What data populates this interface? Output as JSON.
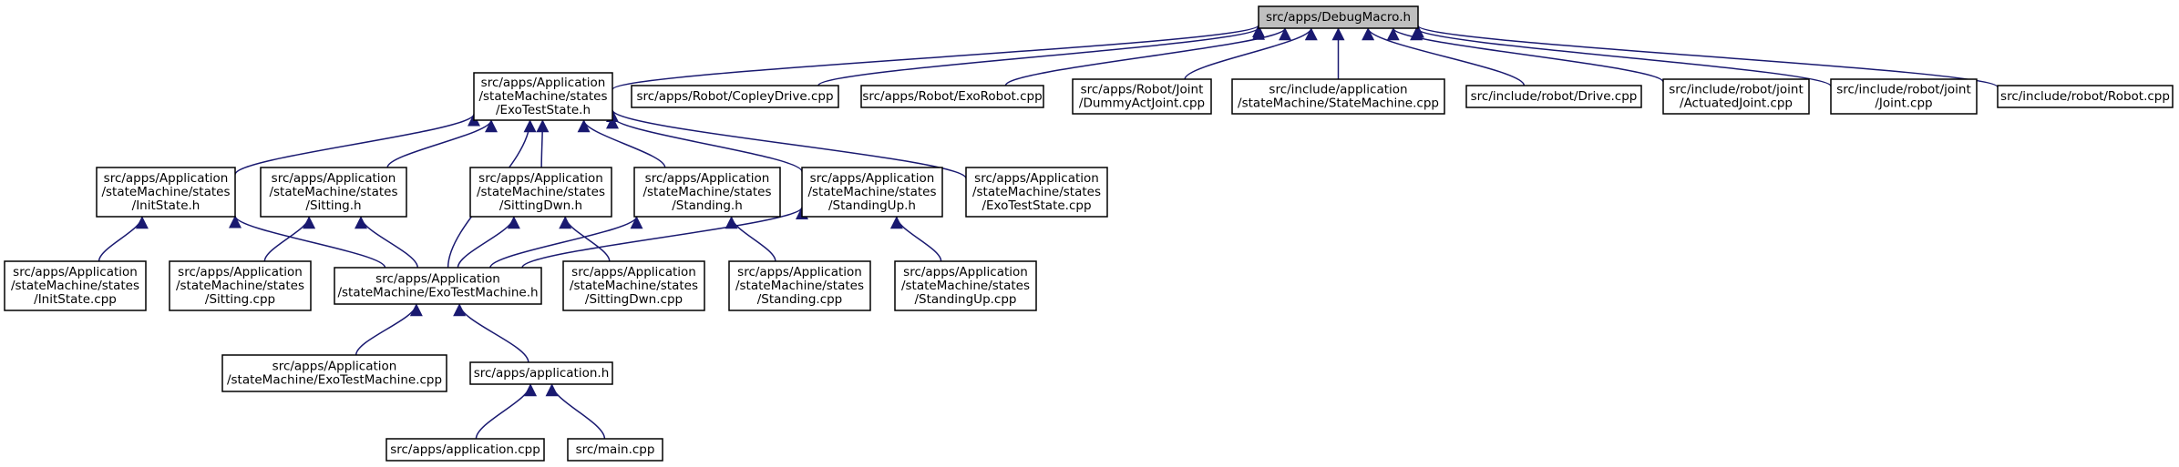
{
  "diagram": {
    "edge_color": "#191970",
    "root_fill": "#bfbfbf",
    "nodes": [
      {
        "id": "debugmacro",
        "lines": [
          "src/apps/DebugMacro.h"
        ],
        "root": true
      },
      {
        "id": "exoteststate_h",
        "lines": [
          "src/apps/Application",
          "/stateMachine/states",
          "/ExoTestState.h"
        ]
      },
      {
        "id": "copleydrive",
        "lines": [
          "src/apps/Robot/CopleyDrive.cpp"
        ]
      },
      {
        "id": "exorobot",
        "lines": [
          "src/apps/Robot/ExoRobot.cpp"
        ]
      },
      {
        "id": "dummyactjoint",
        "lines": [
          "src/apps/Robot/Joint",
          "/DummyActJoint.cpp"
        ]
      },
      {
        "id": "statemachine_cpp",
        "lines": [
          "src/include/application",
          "/stateMachine/StateMachine.cpp"
        ]
      },
      {
        "id": "drive_cpp",
        "lines": [
          "src/include/robot/Drive.cpp"
        ]
      },
      {
        "id": "actuatedjoint",
        "lines": [
          "src/include/robot/joint",
          "/ActuatedJoint.cpp"
        ]
      },
      {
        "id": "joint_cpp",
        "lines": [
          "src/include/robot/joint",
          "/Joint.cpp"
        ]
      },
      {
        "id": "robot_cpp",
        "lines": [
          "src/include/robot/Robot.cpp"
        ]
      },
      {
        "id": "initstate_h",
        "lines": [
          "src/apps/Application",
          "/stateMachine/states",
          "/InitState.h"
        ]
      },
      {
        "id": "sitting_h",
        "lines": [
          "src/apps/Application",
          "/stateMachine/states",
          "/Sitting.h"
        ]
      },
      {
        "id": "sittingdwn_h",
        "lines": [
          "src/apps/Application",
          "/stateMachine/states",
          "/SittingDwn.h"
        ]
      },
      {
        "id": "standing_h",
        "lines": [
          "src/apps/Application",
          "/stateMachine/states",
          "/Standing.h"
        ]
      },
      {
        "id": "standingup_h",
        "lines": [
          "src/apps/Application",
          "/stateMachine/states",
          "/StandingUp.h"
        ]
      },
      {
        "id": "exoteststate_cpp",
        "lines": [
          "src/apps/Application",
          "/stateMachine/states",
          "/ExoTestState.cpp"
        ]
      },
      {
        "id": "initstate_cpp",
        "lines": [
          "src/apps/Application",
          "/stateMachine/states",
          "/InitState.cpp"
        ]
      },
      {
        "id": "sitting_cpp",
        "lines": [
          "src/apps/Application",
          "/stateMachine/states",
          "/Sitting.cpp"
        ]
      },
      {
        "id": "exotestmachine_h",
        "lines": [
          "src/apps/Application",
          "/stateMachine/ExoTestMachine.h"
        ]
      },
      {
        "id": "sittingdwn_cpp",
        "lines": [
          "src/apps/Application",
          "/stateMachine/states",
          "/SittingDwn.cpp"
        ]
      },
      {
        "id": "standing_cpp",
        "lines": [
          "src/apps/Application",
          "/stateMachine/states",
          "/Standing.cpp"
        ]
      },
      {
        "id": "standingup_cpp",
        "lines": [
          "src/apps/Application",
          "/stateMachine/states",
          "/StandingUp.cpp"
        ]
      },
      {
        "id": "exotestmachine_cpp",
        "lines": [
          "src/apps/Application",
          "/stateMachine/ExoTestMachine.cpp"
        ]
      },
      {
        "id": "application_h",
        "lines": [
          "src/apps/application.h"
        ]
      },
      {
        "id": "application_cpp",
        "lines": [
          "src/apps/application.cpp"
        ]
      },
      {
        "id": "main_cpp",
        "lines": [
          "src/main.cpp"
        ]
      }
    ],
    "edges": [
      {
        "from": "exoteststate_h",
        "to": "debugmacro"
      },
      {
        "from": "copleydrive",
        "to": "debugmacro"
      },
      {
        "from": "exorobot",
        "to": "debugmacro"
      },
      {
        "from": "dummyactjoint",
        "to": "debugmacro"
      },
      {
        "from": "statemachine_cpp",
        "to": "debugmacro"
      },
      {
        "from": "drive_cpp",
        "to": "debugmacro"
      },
      {
        "from": "actuatedjoint",
        "to": "debugmacro"
      },
      {
        "from": "joint_cpp",
        "to": "debugmacro"
      },
      {
        "from": "robot_cpp",
        "to": "debugmacro"
      },
      {
        "from": "initstate_h",
        "to": "exoteststate_h"
      },
      {
        "from": "sitting_h",
        "to": "exoteststate_h"
      },
      {
        "from": "exotestmachine_h",
        "to": "exoteststate_h"
      },
      {
        "from": "sittingdwn_h",
        "to": "exoteststate_h"
      },
      {
        "from": "standing_h",
        "to": "exoteststate_h"
      },
      {
        "from": "standingup_h",
        "to": "exoteststate_h"
      },
      {
        "from": "exoteststate_cpp",
        "to": "exoteststate_h"
      },
      {
        "from": "initstate_cpp",
        "to": "initstate_h"
      },
      {
        "from": "exotestmachine_h",
        "to": "initstate_h"
      },
      {
        "from": "sitting_cpp",
        "to": "sitting_h"
      },
      {
        "from": "exotestmachine_h",
        "to": "sitting_h"
      },
      {
        "from": "exotestmachine_h",
        "to": "sittingdwn_h"
      },
      {
        "from": "sittingdwn_cpp",
        "to": "sittingdwn_h"
      },
      {
        "from": "exotestmachine_h",
        "to": "standing_h"
      },
      {
        "from": "standing_cpp",
        "to": "standing_h"
      },
      {
        "from": "exotestmachine_h",
        "to": "standingup_h"
      },
      {
        "from": "standingup_cpp",
        "to": "standingup_h"
      },
      {
        "from": "exotestmachine_cpp",
        "to": "exotestmachine_h"
      },
      {
        "from": "application_h",
        "to": "exotestmachine_h"
      },
      {
        "from": "application_cpp",
        "to": "application_h"
      },
      {
        "from": "main_cpp",
        "to": "application_h"
      }
    ]
  }
}
